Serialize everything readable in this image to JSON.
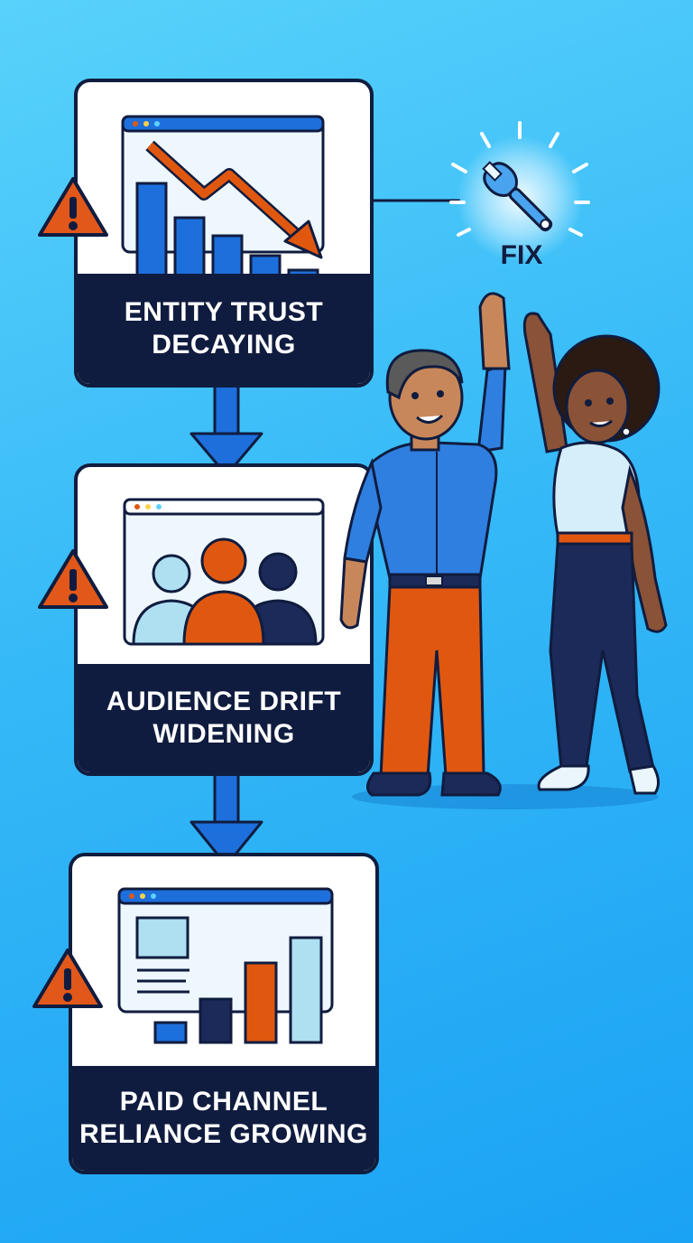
{
  "steps": [
    {
      "id": "entity-trust",
      "line1": "ENTITY TRUST",
      "line2": "DECAYING",
      "icon": "declining-bar-chart-icon"
    },
    {
      "id": "audience-drift",
      "line1": "AUDIENCE DRIFT",
      "line2": "WIDENING",
      "icon": "audience-group-icon"
    },
    {
      "id": "paid-channel",
      "line1": "PAID CHANNEL",
      "line2": "RELIANCE GROWING",
      "icon": "growing-bar-chart-icon"
    }
  ],
  "fix": {
    "label": "FIX",
    "icon": "wrench-icon"
  },
  "colors": {
    "navy": "#101c3f",
    "blue": "#1d6fdc",
    "orange": "#e0580f",
    "light_blue": "#aee0f2",
    "warning": "#e2581a"
  }
}
